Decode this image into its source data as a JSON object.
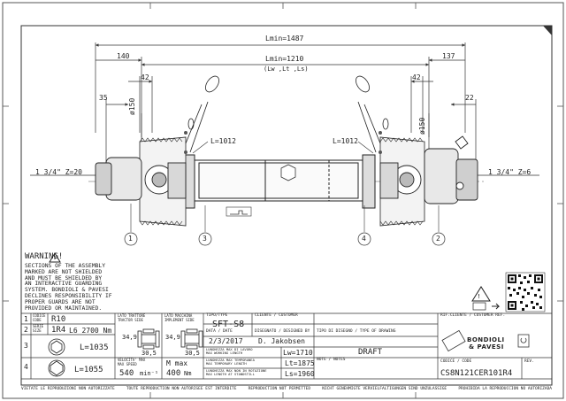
{
  "drawing": {
    "dims": {
      "overall": "Lmin=1487",
      "left_offset": "140",
      "right_offset": "137",
      "tube": "Lmin=1210",
      "tube_sub": "(Lw ,Lt ,Ls)",
      "left_42": "42",
      "right_42": "42",
      "dim_35": "35",
      "dim_22": "22",
      "dia_left": "ø150",
      "dia_right": "ø150",
      "chain_left": "L=1012",
      "chain_right": "L=1012",
      "spline_left": "1 3/4\" Z=20",
      "spline_right": "1 3/4\" Z=6"
    },
    "callouts": [
      "1",
      "3",
      "4",
      "2"
    ]
  },
  "warning": {
    "title": "WARNING!",
    "text_lines": [
      "SECTIONS   OF THE ASSEMBLY",
      "MARKED    ARE NOT SHIELDED",
      "AND MUST BE SHIELDED BY",
      "AN INTERACTIVE GUARDING",
      "SYSTEM. BONDIOLI & PAVESI",
      "DECLINES RESPONSIBILITY IF",
      "PROPER GUARDS ARE NOT",
      "PROVIDED OR MAINTAINED."
    ]
  },
  "table": {
    "r1": {
      "num": "1",
      "label": "CODICE\nCODE",
      "value": "R10"
    },
    "r2": {
      "num": "2",
      "label": "SERIE\nSIZE",
      "value": "1R4",
      "extra": "L6 2700 Nm"
    },
    "r3": {
      "num": "3",
      "value": "L=1035"
    },
    "r4": {
      "num": "4",
      "value": "L=1055"
    },
    "left_block": {
      "label1": "LATO TRATTORE\nTRACTOR SIDE",
      "label2": "LATO MACCHINA\nIMPLEMENT SIDE",
      "d1a": "34,9",
      "d1b": "30,5",
      "d2a": "34,9",
      "d2b": "30,5",
      "speed_label": "VELOCITA' MAX\nMAX SPEED",
      "speed": "540",
      "speed_unit": "min⁻¹",
      "torque_label": "M max",
      "torque": "400",
      "torque_unit": "Nm"
    },
    "info": {
      "tipo_label": "TIPO/TYPE",
      "tipo": "SFT-S8",
      "cliente_label": "CLIENTE / CUSTOMER",
      "data_label": "DATA / DATE",
      "date": "2/3/2017",
      "designer_label": "DISEGNATO / DESIGNED BY",
      "designer": "D. Jakobsen",
      "lw_label": "LUNGHEZZA MAX DI LAVORO\nMAX WORKING LENGTH",
      "lw": "Lw=1710",
      "lt_label": "LUNGHEZZA MAX TEMPORANEA\nMAX TEMPORARY LENGTH",
      "lt": "Lt=1875",
      "ls_label": "LUNGHEZZA MAX NON IN ROTAZIONE\nMAX LENGTH AT STANDSTILL",
      "ls": "Ls=1960",
      "disegno_label": "TIPO DI DISEGNO / TYPE OF DRAWING",
      "draft": "DRAFT",
      "note_label": "NOTE / NOTES",
      "rif_label": "RIF.CLIENTE / CUSTOMER REF.",
      "brand_line1": "BONDIOLI",
      "brand_line2": "& PAVESI",
      "codice_label": "CODICE / CODE",
      "rev_label": "REV.",
      "code": "CS8N121CER101R4"
    }
  },
  "footer": [
    "VIETATE LE RIPRODUZIONI NON AUTORIZZATE",
    "TOUTE REPRODUCTION NON AUTORISEE EST INTERDITE",
    "REPRODUCTION NOT PERMITTED",
    "NICHT GENEHMIGTE VERVIELFALTIGUNGEN SIND UNZULASSIGE",
    "PROHIBIDA LA REPRODUCCION NO AUTORIZADA"
  ]
}
